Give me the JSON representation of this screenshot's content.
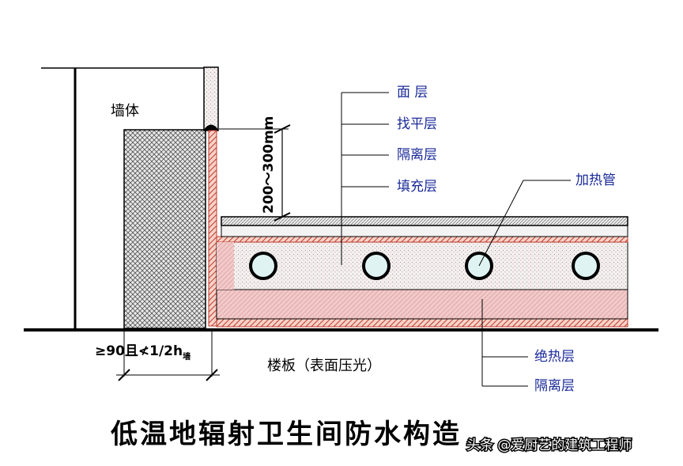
{
  "labels": {
    "wall": "墙体",
    "height_dim": "200～300mm",
    "surface_layer": "面 层",
    "leveling_layer": "找平层",
    "isolation_layer_top": "隔离层",
    "fill_layer": "填充层",
    "heating_pipe": "加热管",
    "insulation_layer": "绝热层",
    "isolation_layer_bottom": "隔离层",
    "floor_slab": "楼板（表面压光）",
    "width_dim": "≥90且≮1/2h",
    "width_dim_sub": "墙"
  },
  "title": "低温地辐射卫生间防水构造",
  "watermark": "头条 @爱厨艺的建筑工程师",
  "colors": {
    "label_blue": "#1a2a9a",
    "waterproof_red": "#c0392b",
    "fill_pink": "#f2c9c9",
    "pipe_fill": "#dff3f3"
  }
}
